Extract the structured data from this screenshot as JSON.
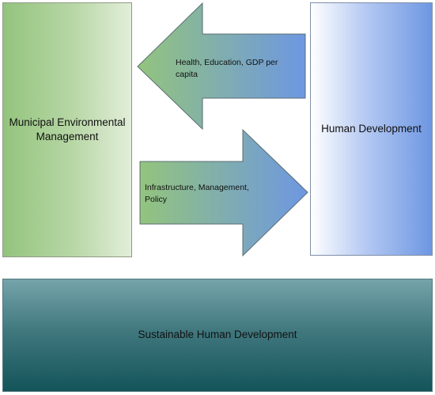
{
  "nodes": {
    "municipal": {
      "label": "Municipal Environmental Management"
    },
    "human": {
      "label": "Human Development"
    },
    "sustainable": {
      "label": "Sustainable Human Development"
    }
  },
  "arrows": {
    "top": {
      "label": "Health, Education, GDP per capita",
      "direction": "left",
      "from": "human",
      "to": "municipal"
    },
    "bottom": {
      "label": "Infrastructure, Management, Policy",
      "direction": "right",
      "from": "municipal",
      "to": "human"
    }
  },
  "colors": {
    "green_dark": "#93c47d",
    "green_light": "#e2eed9",
    "blue_dark": "#6d97e2",
    "blue_light": "#ffffff",
    "teal_light": "#75a4aa",
    "teal_dark": "#135459"
  }
}
